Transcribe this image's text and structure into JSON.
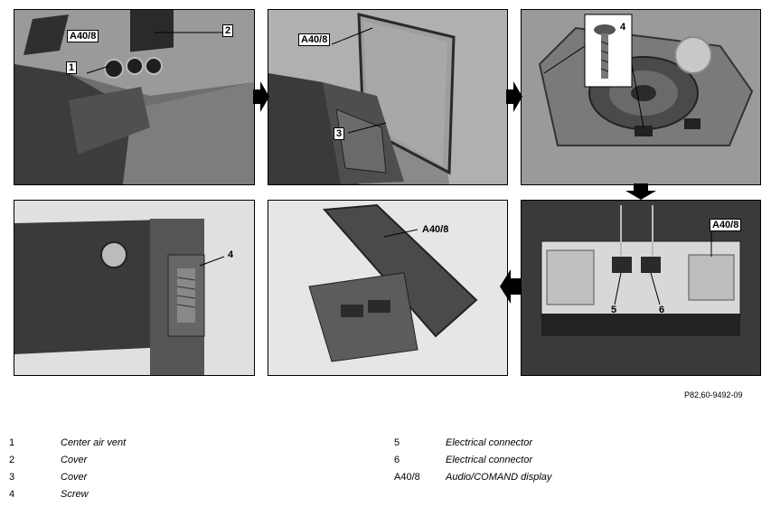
{
  "panels": {
    "p1": {
      "callouts": {
        "a40_8": "A40/8",
        "c1": "1",
        "c2": "2"
      }
    },
    "p2": {
      "callouts": {
        "a40_8": "A40/8",
        "c3": "3"
      }
    },
    "p3": {
      "callouts": {
        "c4": "4"
      }
    },
    "p4": {
      "callouts": {
        "c4": "4"
      }
    },
    "p5": {
      "callouts": {
        "a40_8": "A40/8"
      }
    },
    "p6": {
      "callouts": {
        "a40_8": "A40/8",
        "c5": "5",
        "c6": "6"
      }
    }
  },
  "figure_id": "P82,60-9492-09",
  "legend": {
    "left": [
      {
        "num": "1",
        "desc": "Center air vent"
      },
      {
        "num": "2",
        "desc": "Cover"
      },
      {
        "num": "3",
        "desc": "Cover"
      },
      {
        "num": "4",
        "desc": "Screw"
      }
    ],
    "right": [
      {
        "num": "5",
        "desc": "Electrical connector"
      },
      {
        "num": "6",
        "desc": "Electrical connector"
      },
      {
        "num": "A40/8",
        "desc": "Audio/COMAND display"
      }
    ]
  }
}
